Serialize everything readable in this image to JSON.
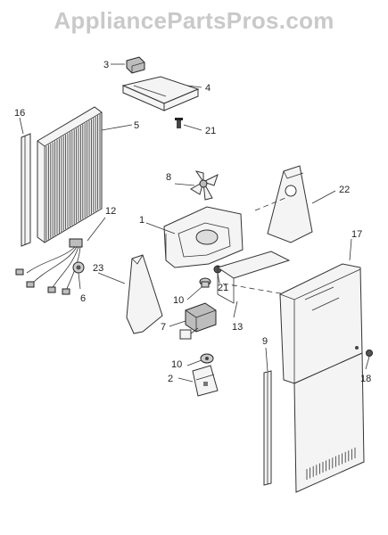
{
  "watermark": "AppliancePartsPros.com",
  "callouts": [
    "3",
    "4",
    "21",
    "16",
    "5",
    "8",
    "22",
    "1",
    "12",
    "17",
    "23",
    "6",
    "10",
    "21",
    "7",
    "13",
    "9",
    "10",
    "2",
    "18"
  ]
}
